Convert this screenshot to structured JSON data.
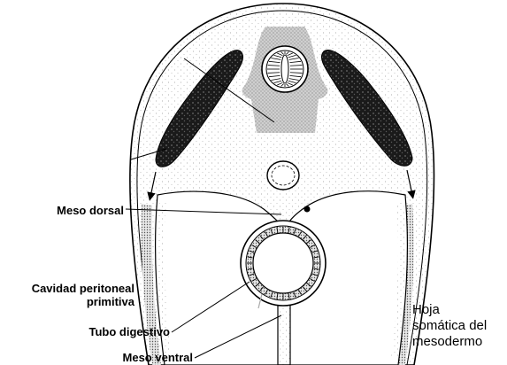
{
  "labels": {
    "meso_dorsal": "Meso dorsal",
    "cavidad_line1": "Cavidad peritoneal",
    "cavidad_line2": "primitiva",
    "tubo_digestivo": "Tubo digestivo",
    "meso_ventral": "Meso ventral",
    "hoja_line1": "Hoja",
    "hoja_line2": "somática del",
    "hoja_line3": "mesodermo"
  },
  "colors": {
    "line": "#000000",
    "dark_band": "#1a1a1a",
    "stipple": "#b0b0b0",
    "central_mass": "#c8c8c8",
    "background": "#ffffff"
  }
}
